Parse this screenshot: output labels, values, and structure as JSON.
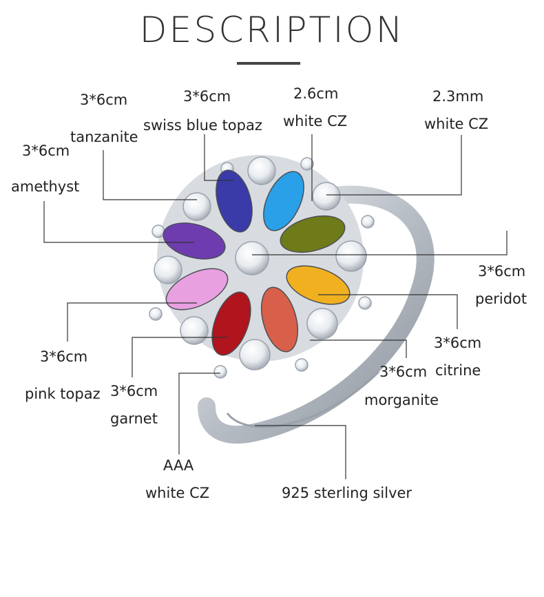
{
  "title": "DESCRIPTION",
  "labels": {
    "tanzanite_size": "3*6cm",
    "tanzanite_name": "tanzanite",
    "swiss_blue_size": "3*6cm",
    "swiss_blue_name": "swiss blue topaz",
    "center_cz_size": "2.6cm",
    "center_cz_name": "white CZ",
    "side_cz_size": "2.3mm",
    "side_cz_name": "white CZ",
    "amethyst_size": "3*6cm",
    "amethyst_name": "amethyst",
    "peridot_size": "3*6cm",
    "peridot_name": "peridot",
    "citrine_size": "3*6cm",
    "citrine_name": "citrine",
    "morganite_size": "3*6cm",
    "morganite_name": "morganite",
    "pink_topaz_size": "3*6cm",
    "pink_topaz_name": "pink topaz",
    "garnet_size": "3*6cm",
    "garnet_name": "garnet",
    "aaa_cz_grade": "AAA",
    "aaa_cz_name": "white CZ",
    "band_material": "925 sterling  silver"
  },
  "colors": {
    "tanzanite": "#3a3aa8",
    "swiss_blue": "#2aa0e8",
    "peridot": "#6f7a18",
    "citrine": "#f0b020",
    "morganite": "#d8604a",
    "garnet": "#b0141c",
    "pink_topaz": "#e8a0e0",
    "amethyst": "#6e3cae",
    "cz": "#f4f6f8",
    "silver": "#c8ccd2"
  }
}
